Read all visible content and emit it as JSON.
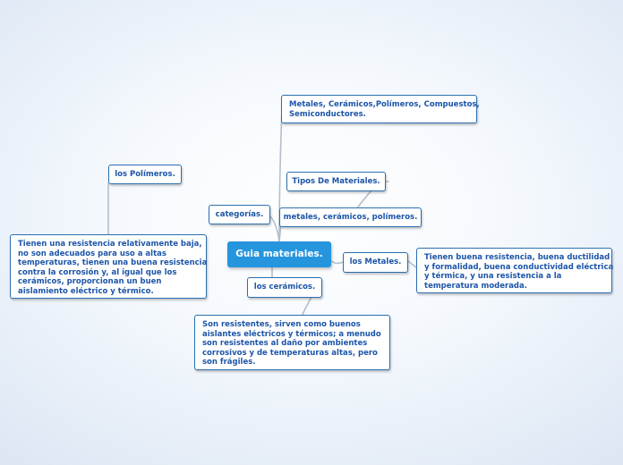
{
  "root": {
    "label": "Guia materiales."
  },
  "nodes": {
    "tipos_list": {
      "lines": [
        "Metales, Cerámicos,Polímeros, Compuestos,",
        "Semiconductores."
      ]
    },
    "tipos_de_materiales": {
      "label": "Tipos De Materiales."
    },
    "categorias": {
      "label": "categorías."
    },
    "categorias_list": {
      "label": "metales, cerámicos, polímeros."
    },
    "polimeros": {
      "label": "los Polímeros."
    },
    "polimeros_desc": {
      "lines": [
        "Tienen una resistencia relativamente baja,",
        "no son adecuados para uso a altas",
        "temperaturas, tienen una buena resistencia",
        "contra la corrosión y, al igual que los",
        "cerámicos, proporcionan un buen",
        "aislamiento eléctrico y térmico."
      ]
    },
    "metales": {
      "label": "los Metales."
    },
    "metales_desc": {
      "lines": [
        "Tienen buena resistencia, buena ductilidad",
        "y formalidad, buena conductividad eléctrica",
        "y térmica, y una resistencia a la",
        "temperatura moderada."
      ]
    },
    "ceramicos": {
      "label": "los cerámicos."
    },
    "ceramicos_desc": {
      "lines": [
        "Son resistentes, sirven como buenos",
        "aislantes eléctricos y térmicos; a menudo",
        "son resistentes al daño por ambientes",
        "corrosivos y de temperaturas altas, pero",
        "son frágiles."
      ]
    }
  },
  "colors": {
    "background": "#eef3fa",
    "root_fill": "#2595de",
    "node_border": "#2a6fb0",
    "node_text": "#1c55a8",
    "connector": "#b4bfcb"
  }
}
